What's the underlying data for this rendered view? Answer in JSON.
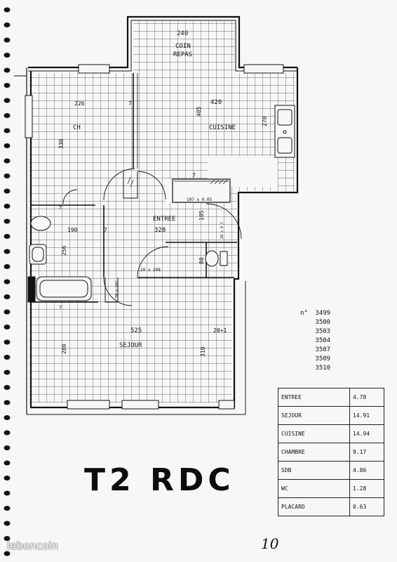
{
  "rooms": {
    "coin_repas": [
      "COIN",
      "REPAS"
    ],
    "cuisine": "CUISINE",
    "chambre": "CH",
    "entree": "ENTREE",
    "sejour": "SEJOUR"
  },
  "dimensions": {
    "d240": "240",
    "d226": "226",
    "d7a": "7",
    "d405": "405",
    "d420": "420",
    "d270": "270",
    "d330": "330",
    "d190": "190",
    "d7b": "7",
    "d328": "328",
    "d256": "256",
    "d105": "105",
    "d7c": "7",
    "d80": "80",
    "d525": "525",
    "d20p1": "20+1",
    "d280": "280",
    "d310": "310",
    "d7d": "7",
    "d7e": "7"
  },
  "annotations": {
    "a1": "107 x 0.05",
    "a2": "20 x 208",
    "a3": "20 + 202",
    "a4": "20 x 8 C"
  },
  "lot_prefix": "n°",
  "lots": [
    "3499",
    "3500",
    "3503",
    "3504",
    "3507",
    "3509",
    "3510"
  ],
  "title": "T2 RDC",
  "areas": [
    {
      "room": "ENTREE",
      "value": "4.78"
    },
    {
      "room": "SEJOUR",
      "value": "14.91"
    },
    {
      "room": "CUISINE",
      "value": "14.94"
    },
    {
      "room": "CHAMBRE",
      "value": "9.17"
    },
    {
      "room": "SDB",
      "value": "4.86"
    },
    {
      "room": "WC",
      "value": "1.28"
    },
    {
      "room": "PLACARD",
      "value": "0.63"
    }
  ],
  "page_number": "10",
  "watermark": "leboncoin"
}
